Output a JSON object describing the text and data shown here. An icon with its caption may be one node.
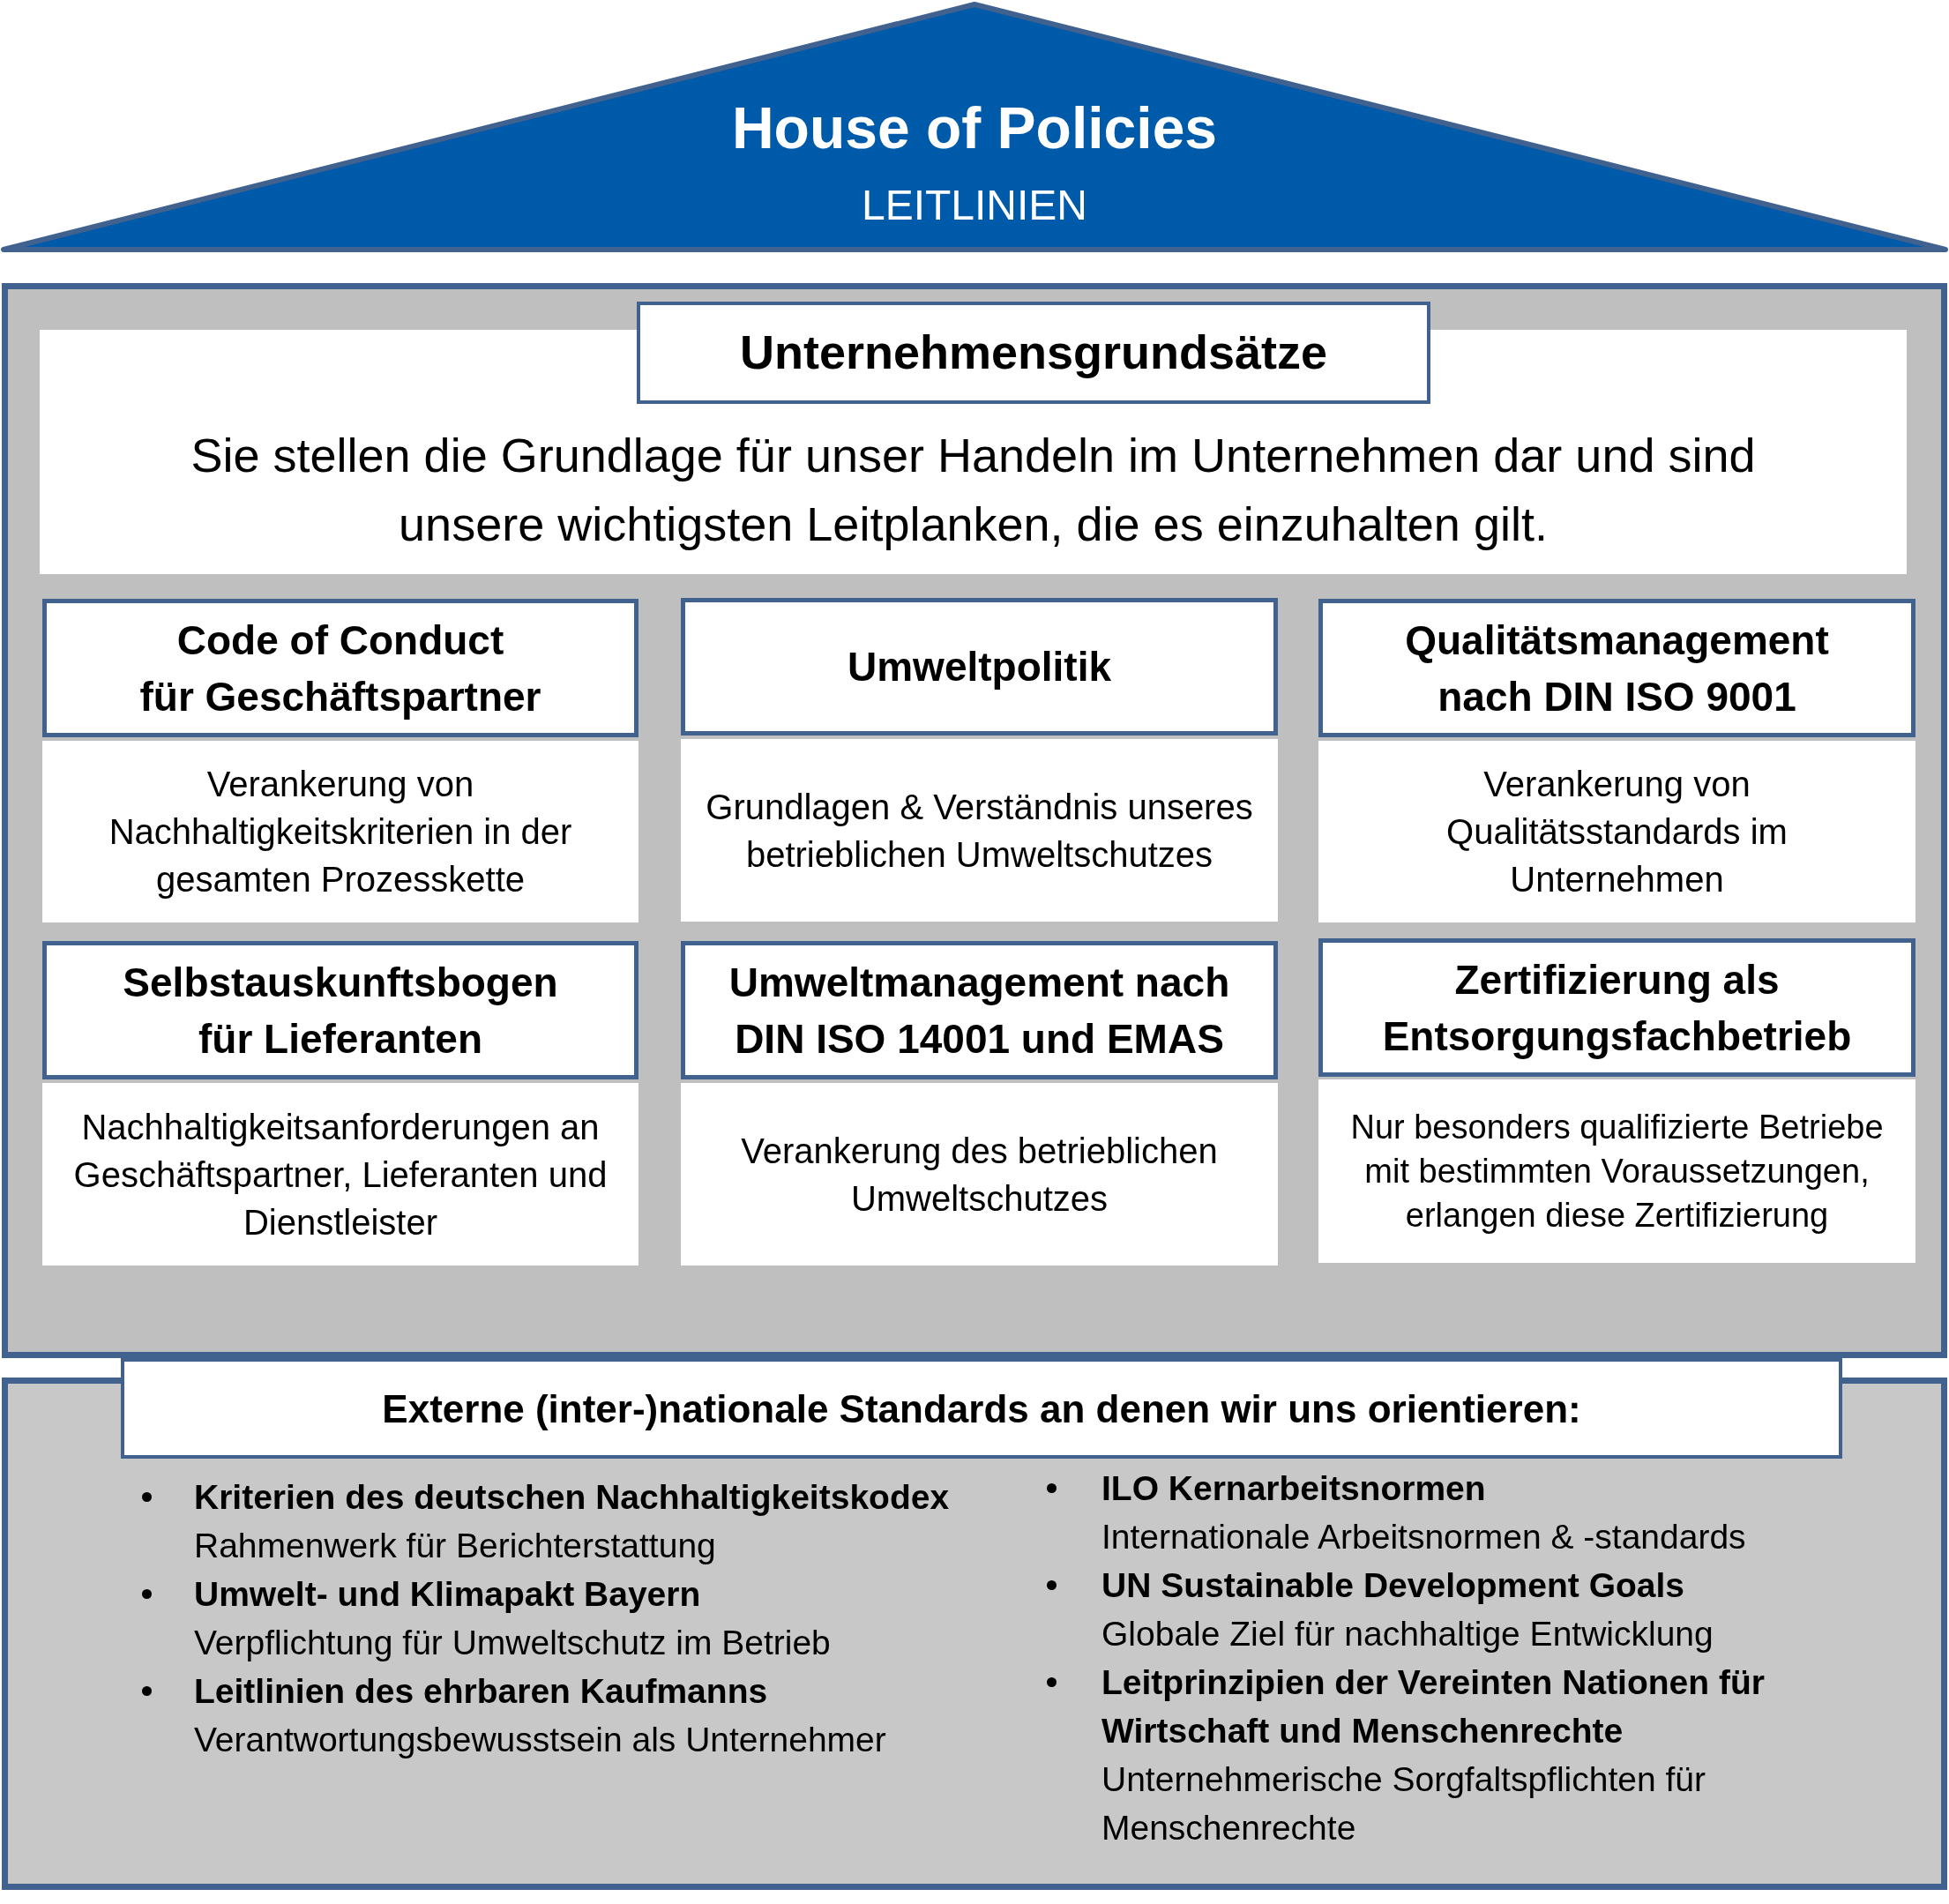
{
  "diagram": {
    "nodes": [
      {
        "text": [
          "House of Policies",
          "LEITLINIEN"
        ]
      },
      {
        "text": [],
        "shape": "box"
      },
      {
        "text": [
          "Unternehmensgrundsätze",
          "Sie stellen die Grundlage für unser Handeln im Unternehmen dar und sind unsere wichtigsten Leitplanken, die es einzuhalten gilt."
        ],
        "in": 1
      },
      {
        "text": [
          "Code of Conduct für Geschäftspartner"
        ],
        "in": 1
      },
      {
        "text": [
          "Umweltpolitik"
        ],
        "in": 1
      },
      {
        "text": [
          "Qualitätsmanagement nach DIN ISO 9001"
        ],
        "in": 1
      },
      {
        "text": [
          "Verankerung von Nachhaltigkeitskriterien in der gesamten Prozesskette"
        ],
        "in": 1
      },
      {
        "text": [
          "Grundlagen & Verständnis unseres betrieblichen Umweltschutzes"
        ],
        "in": 1
      },
      {
        "text": [
          "Verankerung von Qualitätsstandards im Unternehmen"
        ],
        "in": 1
      },
      {
        "text": [
          "Selbstauskunftsbogen für Lieferanten"
        ],
        "in": 1
      },
      {
        "text": [
          "Umweltmanagement nach DIN ISO 14001 und EMAS"
        ],
        "in": 1
      },
      {
        "text": [
          "Zertifizierung als Entsorgungsfachbetrieb"
        ],
        "in": 1
      },
      {
        "text": [
          "Nachhaltigkeitsanforderungen an Geschäftspartner, Lieferanten und Dienstleister"
        ],
        "in": 1
      },
      {
        "text": [
          "Verankerung des betrieblichen Umweltschutzes"
        ],
        "in": 1
      },
      {
        "text": [
          "Nur besonders qualifizierte Betriebe mit bestimmten Voraussetzungen, erlangen diese Zertifizierung"
        ],
        "in": 1
      },
      {
        "text": [
          "Externe (inter-)nationale Standards an denen wir uns orientieren:",
          "Kriterien des deutschen Nachhaltigkeitskodex",
          "Rahmenwerk für Berichterstattung",
          "Umwelt- und Klimapakt Bayern",
          "Verpflichtung für Umweltschutz im Betrieb",
          "Leitlinien des ehrbaren Kaufmanns",
          "Verantwortungsbewusstsein als Unternehmer",
          "ILO Kernarbeitsnormen",
          "Internationale Arbeitsnormen & -standards",
          "UN Sustainable Development Goals",
          "Globale Ziel für nachhaltige Entwicklung",
          "Leitprinzipien der Vereinten Nationen für Wirtschaft und Menschenrechte",
          "Unternehmerische Sorgfaltspflichten für Menschenrechte"
        ]
      }
    ]
  }
}
